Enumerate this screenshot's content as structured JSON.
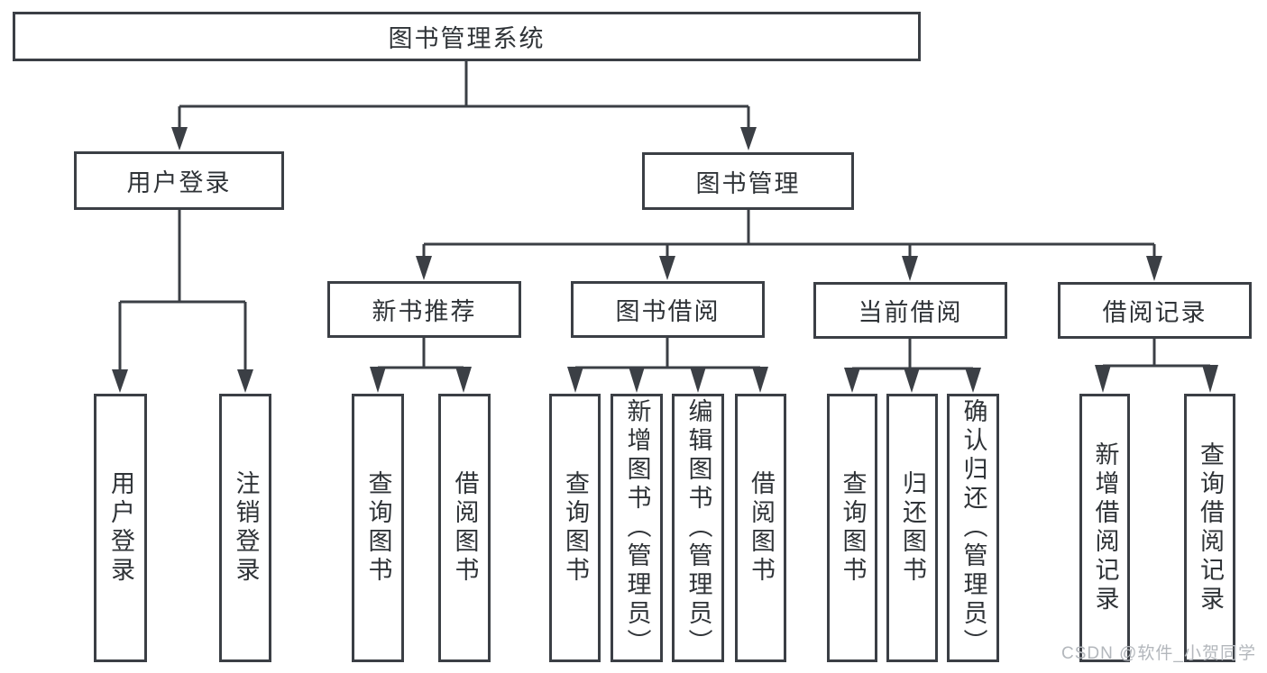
{
  "tree": {
    "label": "图书管理系统",
    "children": [
      {
        "label": "用户登录",
        "children": [
          {
            "label": "用户登录"
          },
          {
            "label": "注销登录"
          }
        ]
      },
      {
        "label": "图书管理",
        "children": [
          {
            "label": "新书推荐",
            "children": [
              {
                "label": "查询图书"
              },
              {
                "label": "借阅图书"
              }
            ]
          },
          {
            "label": "图书借阅",
            "children": [
              {
                "label": "查询图书"
              },
              {
                "label": "新增图书（管理员）"
              },
              {
                "label": "编辑图书（管理员）"
              },
              {
                "label": "借阅图书"
              }
            ]
          },
          {
            "label": "当前借阅",
            "children": [
              {
                "label": "查询图书"
              },
              {
                "label": "归还图书"
              },
              {
                "label": "确认归还（管理员）"
              }
            ]
          },
          {
            "label": "借阅记录",
            "children": [
              {
                "label": "新增借阅记录"
              },
              {
                "label": "查询借阅记录"
              }
            ]
          }
        ]
      }
    ]
  },
  "watermark": {
    "text": "CSDN @软件_小贺同学"
  },
  "style": {
    "line_color": "#3b3f45",
    "text_color": "#2f3337",
    "watermark_color": "#b3b7bc",
    "background": "#ffffff"
  }
}
